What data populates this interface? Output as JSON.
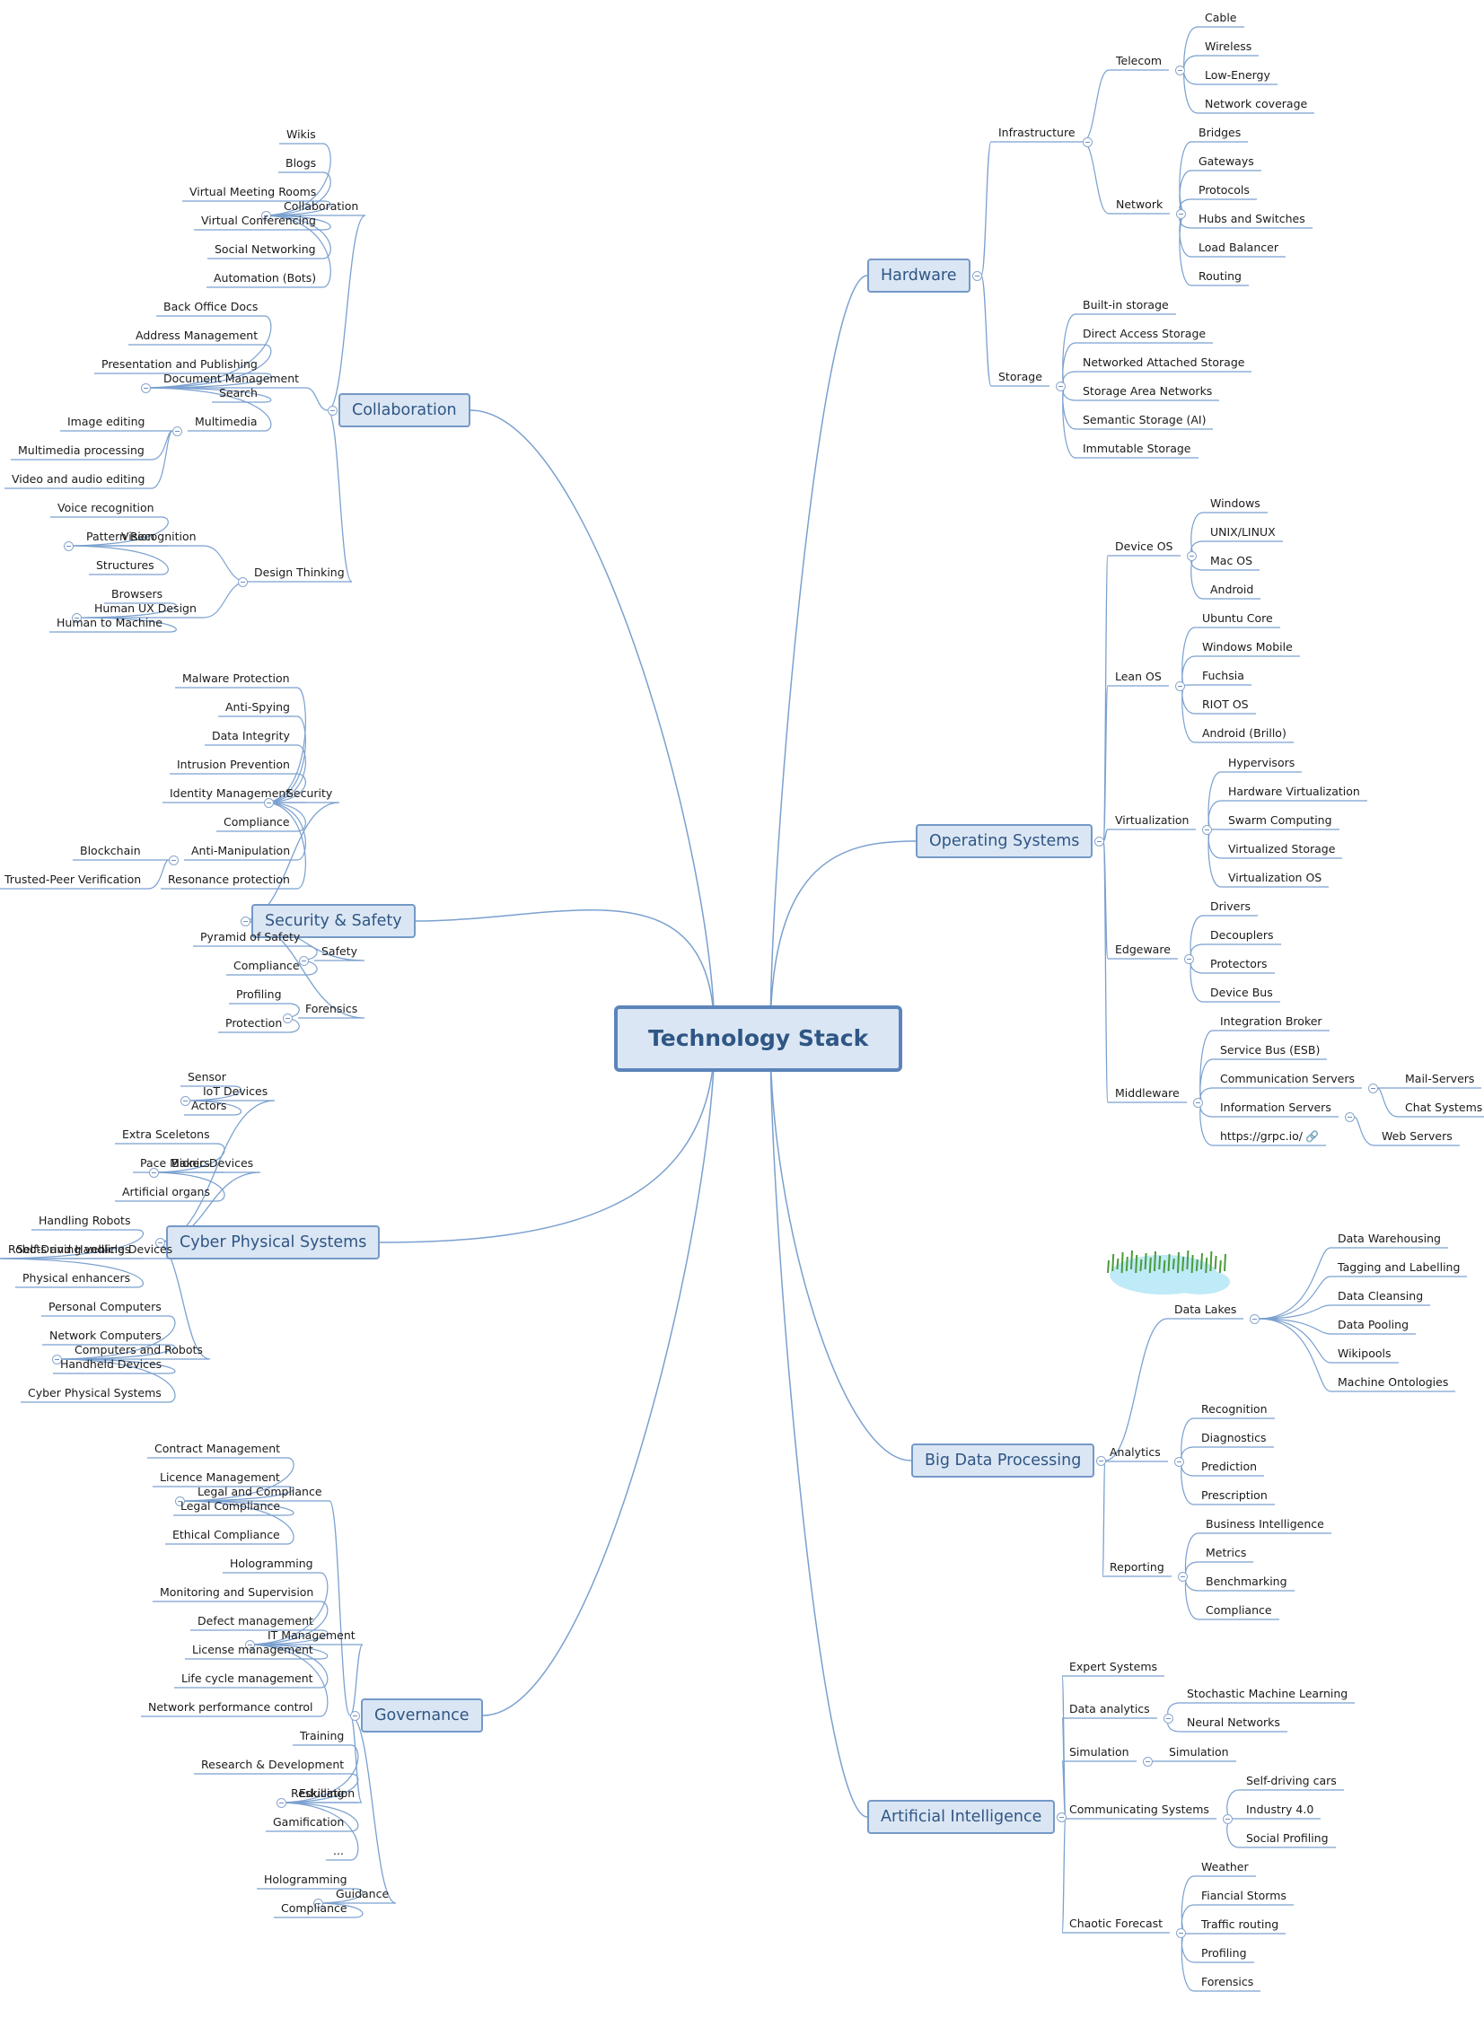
{
  "title": "Technology Stack",
  "colors": {
    "line": "#7aa0cf",
    "node_fill": "#dbe6f4",
    "node_border": "#7599c7",
    "text_blue": "#2f5684"
  },
  "branches": [
    {
      "label": "Hardware",
      "side": "right",
      "children": [
        {
          "label": "Infrastructure",
          "children": [
            {
              "label": "Telecom",
              "children": [
                {
                  "label": "Cable"
                },
                {
                  "label": "Wireless"
                },
                {
                  "label": "Low-Energy"
                },
                {
                  "label": "Network coverage"
                }
              ]
            },
            {
              "label": "Network",
              "children": [
                {
                  "label": "Bridges"
                },
                {
                  "label": "Gateways"
                },
                {
                  "label": "Protocols"
                },
                {
                  "label": "Hubs and Switches"
                },
                {
                  "label": "Load Balancer"
                },
                {
                  "label": "Routing"
                }
              ]
            }
          ]
        },
        {
          "label": "Storage",
          "children": [
            {
              "label": "Built-in storage"
            },
            {
              "label": "Direct Access Storage"
            },
            {
              "label": "Networked Attached Storage"
            },
            {
              "label": "Storage Area Networks"
            },
            {
              "label": "Semantic Storage (AI)"
            },
            {
              "label": "Immutable Storage"
            }
          ]
        }
      ]
    },
    {
      "label": "Operating Systems",
      "side": "right",
      "children": [
        {
          "label": "Device OS",
          "children": [
            {
              "label": "Windows"
            },
            {
              "label": "UNIX/LINUX"
            },
            {
              "label": "Mac OS"
            },
            {
              "label": "Android"
            }
          ]
        },
        {
          "label": "Lean OS",
          "children": [
            {
              "label": "Ubuntu Core"
            },
            {
              "label": "Windows Mobile"
            },
            {
              "label": "Fuchsia"
            },
            {
              "label": "RIOT OS"
            },
            {
              "label": "Android (Brillo)"
            }
          ]
        },
        {
          "label": "Virtualization",
          "children": [
            {
              "label": "Hypervisors"
            },
            {
              "label": "Hardware Virtualization"
            },
            {
              "label": "Swarm Computing"
            },
            {
              "label": "Virtualized Storage"
            },
            {
              "label": "Virtualization OS"
            }
          ]
        },
        {
          "label": "Edgeware",
          "children": [
            {
              "label": "Drivers"
            },
            {
              "label": "Decouplers"
            },
            {
              "label": "Protectors"
            },
            {
              "label": "Device Bus"
            }
          ]
        },
        {
          "label": "Middleware",
          "children": [
            {
              "label": "Integration Broker"
            },
            {
              "label": "Service Bus (ESB)"
            },
            {
              "label": "Communication Servers",
              "children": [
                {
                  "label": "Mail-Servers"
                },
                {
                  "label": "Chat Systems"
                }
              ]
            },
            {
              "label": "Information Servers",
              "children": [
                {
                  "label": "Web Servers"
                }
              ]
            },
            {
              "label": "https://grpc.io/",
              "link": true
            }
          ]
        }
      ]
    },
    {
      "label": "Big Data Processing",
      "side": "right",
      "children": [
        {
          "label": "Data Lakes",
          "children": [
            {
              "label": "Data Warehousing"
            },
            {
              "label": "Tagging and Labelling"
            },
            {
              "label": "Data Cleansing"
            },
            {
              "label": "Data Pooling"
            },
            {
              "label": "Wikipools"
            },
            {
              "label": "Machine Ontologies"
            }
          ]
        },
        {
          "label": "Analytics",
          "children": [
            {
              "label": "Recognition"
            },
            {
              "label": "Diagnostics"
            },
            {
              "label": "Prediction"
            },
            {
              "label": "Prescription"
            }
          ]
        },
        {
          "label": "Reporting",
          "children": [
            {
              "label": "Business Intelligence"
            },
            {
              "label": "Metrics"
            },
            {
              "label": "Benchmarking"
            },
            {
              "label": "Compliance"
            }
          ]
        }
      ]
    },
    {
      "label": "Artificial Intelligence",
      "side": "right",
      "children": [
        {
          "label": "Expert Systems"
        },
        {
          "label": "Data analytics",
          "children": [
            {
              "label": "Stochastic Machine Learning"
            },
            {
              "label": "Neural Networks"
            }
          ]
        },
        {
          "label": "Simulation",
          "children": [
            {
              "label": "Simulation"
            }
          ]
        },
        {
          "label": "Communicating Systems",
          "children": [
            {
              "label": "Self-driving cars"
            },
            {
              "label": "Industry 4.0"
            },
            {
              "label": "Social Profiling"
            }
          ]
        },
        {
          "label": "Chaotic Forecast",
          "children": [
            {
              "label": "Weather"
            },
            {
              "label": "Fiancial Storms"
            },
            {
              "label": "Traffic routing"
            },
            {
              "label": "Profiling"
            },
            {
              "label": "Forensics"
            }
          ]
        }
      ]
    },
    {
      "label": "Collaboration",
      "side": "left",
      "children": [
        {
          "label": "Collaboration",
          "children": [
            {
              "label": "Wikis"
            },
            {
              "label": "Blogs"
            },
            {
              "label": "Virtual Meeting Rooms"
            },
            {
              "label": "Virtual Conferencing"
            },
            {
              "label": "Social Networking"
            },
            {
              "label": "Automation (Bots)"
            }
          ]
        },
        {
          "label": "Document Management",
          "children": [
            {
              "label": "Back Office Docs"
            },
            {
              "label": "Address Management"
            },
            {
              "label": "Presentation and Publishing"
            },
            {
              "label": "Search"
            },
            {
              "label": "Multimedia",
              "children": [
                {
                  "label": "Image editing"
                },
                {
                  "label": "Multimedia processing"
                },
                {
                  "label": "Video and audio editing"
                }
              ]
            }
          ]
        },
        {
          "label": "Design Thinking",
          "children": [
            {
              "label": "Pattern Recognition",
              "children": [
                {
                  "label": "Voice recognition"
                },
                {
                  "label": "Vision"
                },
                {
                  "label": "Structures"
                }
              ]
            },
            {
              "label": "Human UX Design",
              "children": [
                {
                  "label": "Browsers"
                },
                {
                  "label": "Human to Machine"
                }
              ]
            }
          ]
        }
      ]
    },
    {
      "label": "Security & Safety",
      "side": "left",
      "children": [
        {
          "label": "Security",
          "children": [
            {
              "label": "Malware Protection"
            },
            {
              "label": "Anti-Spying"
            },
            {
              "label": "Data Integrity"
            },
            {
              "label": "Intrusion Prevention"
            },
            {
              "label": "Identity Management"
            },
            {
              "label": "Compliance"
            },
            {
              "label": "Anti-Manipulation",
              "children": [
                {
                  "label": "Blockchain"
                },
                {
                  "label": "Trusted-Peer Verification"
                }
              ]
            },
            {
              "label": "Resonance protection"
            }
          ]
        },
        {
          "label": "Safety",
          "children": [
            {
              "label": "Pyramid of Safety"
            },
            {
              "label": "Compliance"
            }
          ]
        },
        {
          "label": "Forensics",
          "children": [
            {
              "label": "Profiling"
            },
            {
              "label": "Protection"
            }
          ]
        }
      ]
    },
    {
      "label": "Cyber Physical Systems",
      "side": "left",
      "children": [
        {
          "label": "IoT Devices",
          "children": [
            {
              "label": "Sensor"
            },
            {
              "label": "Actors"
            }
          ]
        },
        {
          "label": "Bionic Devices",
          "children": [
            {
              "label": "Extra Sceletons"
            },
            {
              "label": "Pace Makers"
            },
            {
              "label": "Artificial organs"
            }
          ]
        },
        {
          "label": "Robots and Handling Devices",
          "children": [
            {
              "label": "Handling Robots"
            },
            {
              "label": "Self-Driving vehicles"
            },
            {
              "label": "Physical enhancers"
            }
          ]
        },
        {
          "label": "Computers and Robots",
          "children": [
            {
              "label": "Personal Computers"
            },
            {
              "label": "Network Computers"
            },
            {
              "label": "Handheld Devices"
            },
            {
              "label": "Cyber Physical Systems"
            }
          ]
        }
      ]
    },
    {
      "label": "Governance",
      "side": "left",
      "children": [
        {
          "label": "Legal and Compliance",
          "children": [
            {
              "label": "Contract Management"
            },
            {
              "label": "Licence Management"
            },
            {
              "label": "Legal Compliance"
            },
            {
              "label": "Ethical Compliance"
            }
          ]
        },
        {
          "label": "IT Management",
          "children": [
            {
              "label": "Hologramming"
            },
            {
              "label": "Monitoring and Supervision"
            },
            {
              "label": "Defect management"
            },
            {
              "label": "License management"
            },
            {
              "label": "Life cycle management"
            },
            {
              "label": "Network performance control"
            }
          ]
        },
        {
          "label": "Education",
          "children": [
            {
              "label": "Training"
            },
            {
              "label": "Research & Development"
            },
            {
              "label": "Reskilling"
            },
            {
              "label": "Gamification"
            },
            {
              "label": "..."
            }
          ]
        },
        {
          "label": "Guidance",
          "children": [
            {
              "label": "Hologramming"
            },
            {
              "label": "Compliance"
            }
          ]
        }
      ]
    }
  ]
}
